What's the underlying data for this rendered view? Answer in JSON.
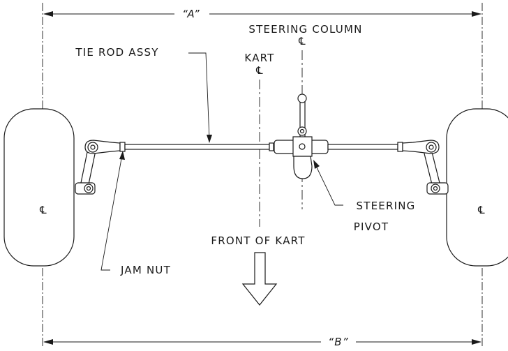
{
  "labels": {
    "dim_a": "“A”",
    "dim_b": "“B”",
    "steering_column": "STEERING COLUMN",
    "tie_rod_assy": "TIE ROD ASSY",
    "kart": "KART",
    "steering": "STEERING",
    "pivot": "PIVOT",
    "front_of_kart": "FRONT OF KART",
    "jam_nut": "JAM NUT"
  },
  "centerline_symbol": "℄",
  "colors": {
    "line": "#1a1a1a",
    "background": "#ffffff"
  }
}
